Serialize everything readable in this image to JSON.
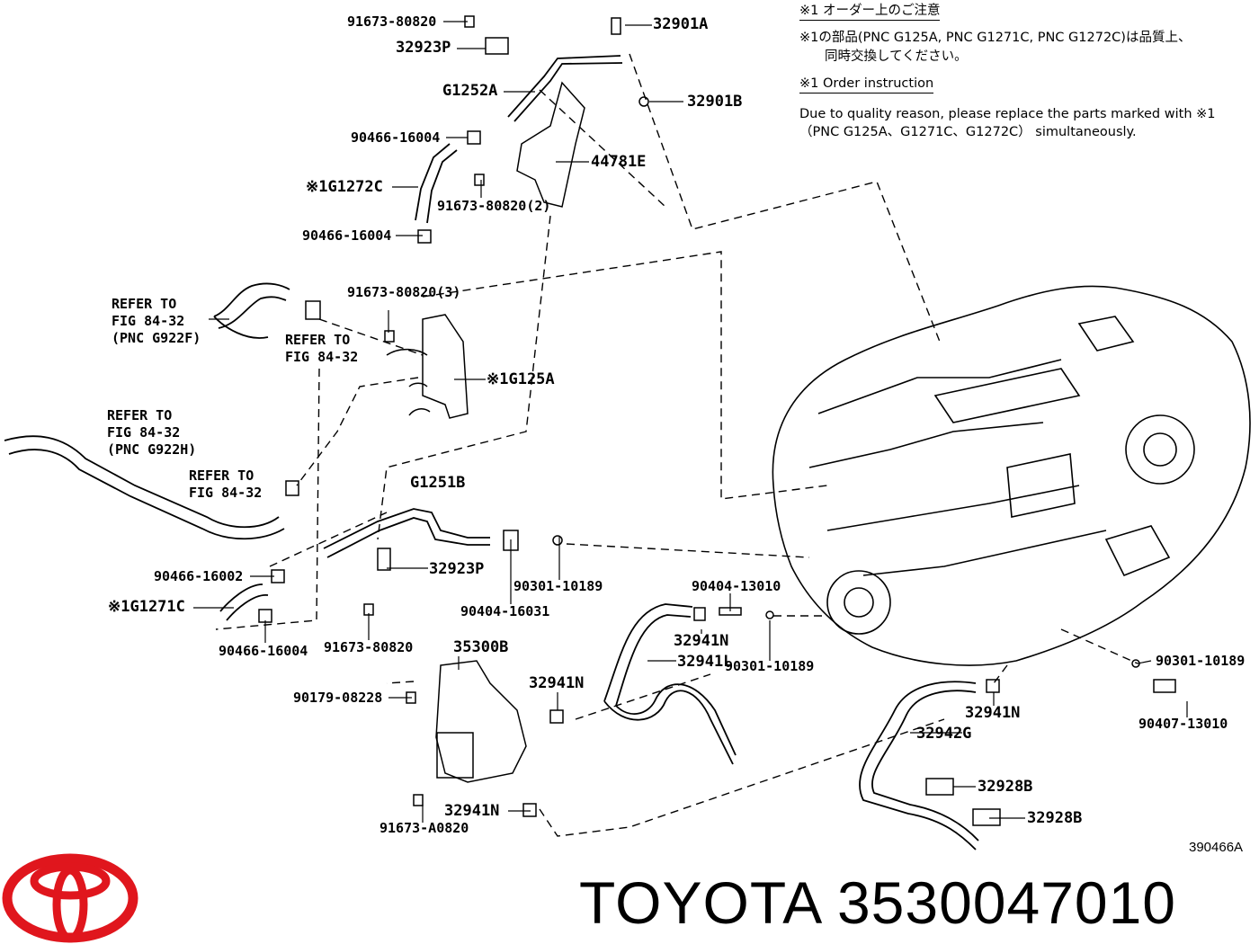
{
  "notes": {
    "jp_title": "※1 オーダー上のご注意",
    "jp_line1": "※1の部品(PNC G125A, PNC G1271C, PNC G1272C)は品質上、",
    "jp_line2": "同時交換してください。",
    "en_title": "※1 Order instruction",
    "en_line1": "Due to quality reason, please replace the parts marked with ※1",
    "en_line2": "（PNC G125A、G1271C、G1272C） simultaneously."
  },
  "parts": {
    "p_91673_80820_top": "91673-80820",
    "p_32901A": "32901A",
    "p_32923P_top": "32923P",
    "p_G1252A": "G1252A",
    "p_32901B": "32901B",
    "p_90466_16004_a": "90466-16004",
    "p_44781E": "44781E",
    "p_G1272C": "※1G1272C",
    "p_91673_80820_2": "91673-80820(2)",
    "p_90466_16004_b": "90466-16004",
    "p_91673_80820_3": "91673-80820(3)",
    "p_G125A": "※1G125A",
    "p_G1251B": "G1251B",
    "p_90466_16002": "90466-16002",
    "p_32923P_bot": "32923P",
    "p_90301_10189_a": "90301-10189",
    "p_90404_16031": "90404-16031",
    "p_G1271C": "※1G1271C",
    "p_90466_16004_c": "90466-16004",
    "p_91673_80820_bot": "91673-80820",
    "p_35300B": "35300B",
    "p_90179_08228": "90179-08228",
    "p_32941N_a": "32941N",
    "p_90404_13010": "90404-13010",
    "p_32941N_b": "32941N",
    "p_32941L": "32941L",
    "p_90301_10189_b": "90301-10189",
    "p_90301_10189_c": "90301-10189",
    "p_32941N_c": "32941N",
    "p_90407_13010": "90407-13010",
    "p_32942G": "32942G",
    "p_32928B_a": "32928B",
    "p_32928B_b": "32928B",
    "p_32941N_d": "32941N",
    "p_91673_A0820": "91673-A0820"
  },
  "refers": {
    "r1": "REFER TO\nFIG 84-32\n(PNC G922F)",
    "r2": "REFER TO\nFIG 84-32",
    "r3": "REFER TO\nFIG 84-32\n(PNC G922H)",
    "r4": "REFER TO\nFIG 84-32"
  },
  "diagram_code": "390466A",
  "footer": {
    "brand_text": "TOYOTA 3530047010",
    "logo_color": "#e0161d"
  }
}
